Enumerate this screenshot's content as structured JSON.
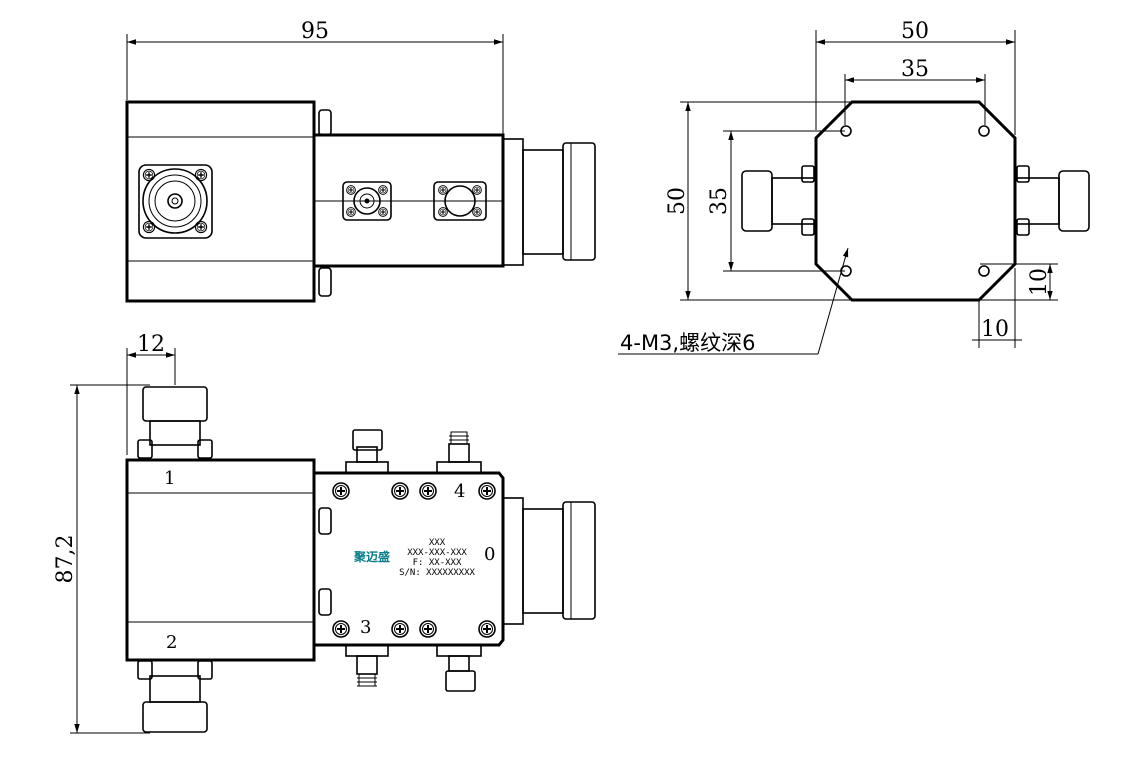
{
  "dimensions": {
    "top_width": "95",
    "side_width": "50",
    "side_hole_spacing_h": "35",
    "side_height": "50",
    "side_hole_spacing_v": "35",
    "side_chamfer_v": "10",
    "side_chamfer_h": "10",
    "front_connector_width": "12",
    "front_height": "87,2"
  },
  "annotation": {
    "thread_note": "4-M3,螺纹深6"
  },
  "ports": {
    "p1": "1",
    "p2": "2",
    "p3": "3",
    "p4": "4",
    "p0": "0"
  },
  "product_label": {
    "logo": "聚迈盛",
    "line1": "XXX",
    "line2": "XXX-XXX-XXX",
    "line3": "F: XX-XXX",
    "line4": "S/N: XXXXXXXXX"
  }
}
